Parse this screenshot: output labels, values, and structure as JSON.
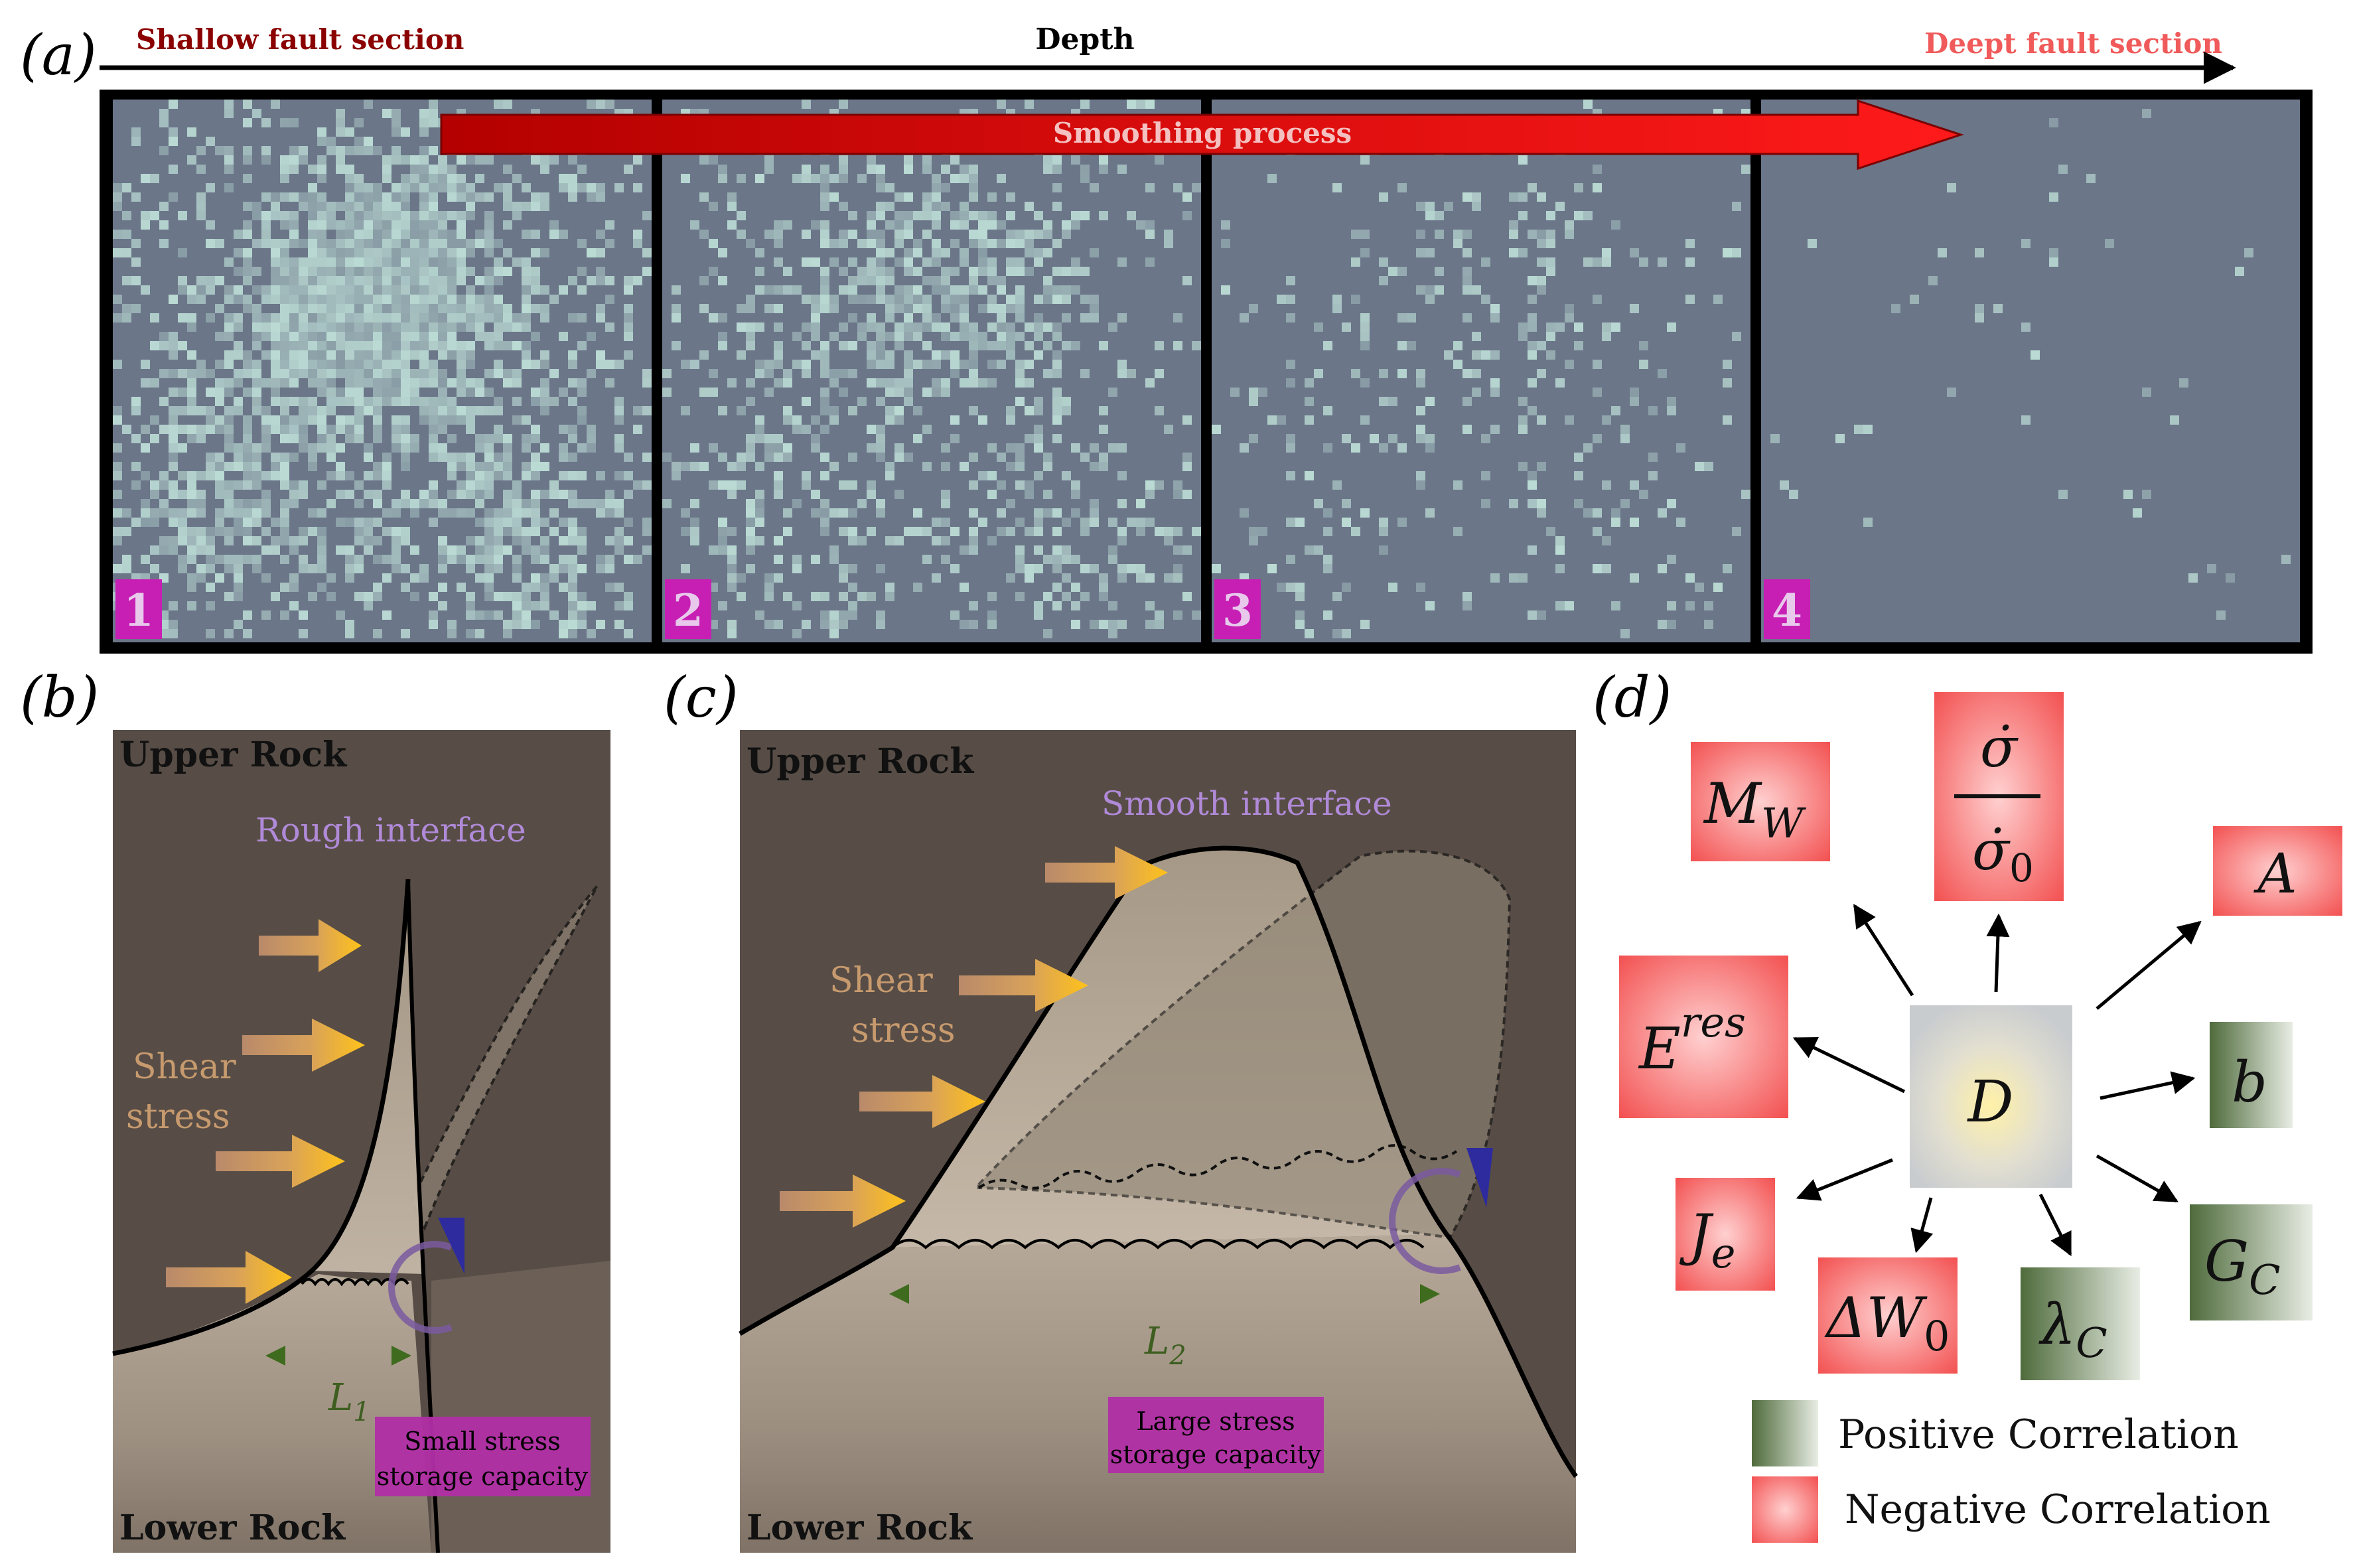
{
  "panel_a": {
    "label": "(a)",
    "shallow_label": "Shallow fault section",
    "depth_label": "Depth",
    "deep_label": "Deept fault section",
    "smoothing_label": "Smoothing process",
    "tiles": [
      {
        "number": "1",
        "density": 0.62
      },
      {
        "number": "2",
        "density": 0.34
      },
      {
        "number": "3",
        "density": 0.13
      },
      {
        "number": "4",
        "density": 0.02
      }
    ],
    "colors": {
      "tile_bg": "#6b7689",
      "patch": "#bfe0d8",
      "badge": "#c71fb4",
      "arrow": "#e30d0d",
      "shallow": "#8b0000",
      "deep": "#f05a5a"
    }
  },
  "panel_b": {
    "label": "(b)",
    "upper": "Upper Rock",
    "lower": "Lower Rock",
    "interface": "Rough interface",
    "shear": [
      "Shear",
      "stress"
    ],
    "length_main": "L",
    "length_sub": "1",
    "capacity": [
      "Small stress",
      "storage capacity"
    ]
  },
  "panel_c": {
    "label": "(c)",
    "upper": "Upper Rock",
    "lower": "Lower Rock",
    "interface": "Smooth interface",
    "shear": [
      "Shear",
      "stress"
    ],
    "length_main": "L",
    "length_sub": "2",
    "capacity": [
      "Large stress",
      "storage capacity"
    ]
  },
  "panel_d": {
    "label": "(d)",
    "center": "D",
    "nodes": {
      "mw": {
        "main": "M",
        "sub": "W"
      },
      "sigma": {
        "num": "σ̇",
        "den": "σ̇",
        "den_sub": "0"
      },
      "a": {
        "main": "A"
      },
      "eres": {
        "main": "E",
        "sup": "res"
      },
      "b": {
        "main": "b"
      },
      "je": {
        "main": "J",
        "sub": "e"
      },
      "dw": {
        "main": "ΔW",
        "sub": "0"
      },
      "lc": {
        "main": "λ",
        "sub": "C"
      },
      "gc": {
        "main": "G",
        "sub": "C"
      }
    },
    "legend": {
      "positive": "Positive Correlation",
      "negative": "Negative Correlation"
    },
    "colors": {
      "positive": "#4f6b3c",
      "negative": "#f04a4a"
    }
  }
}
